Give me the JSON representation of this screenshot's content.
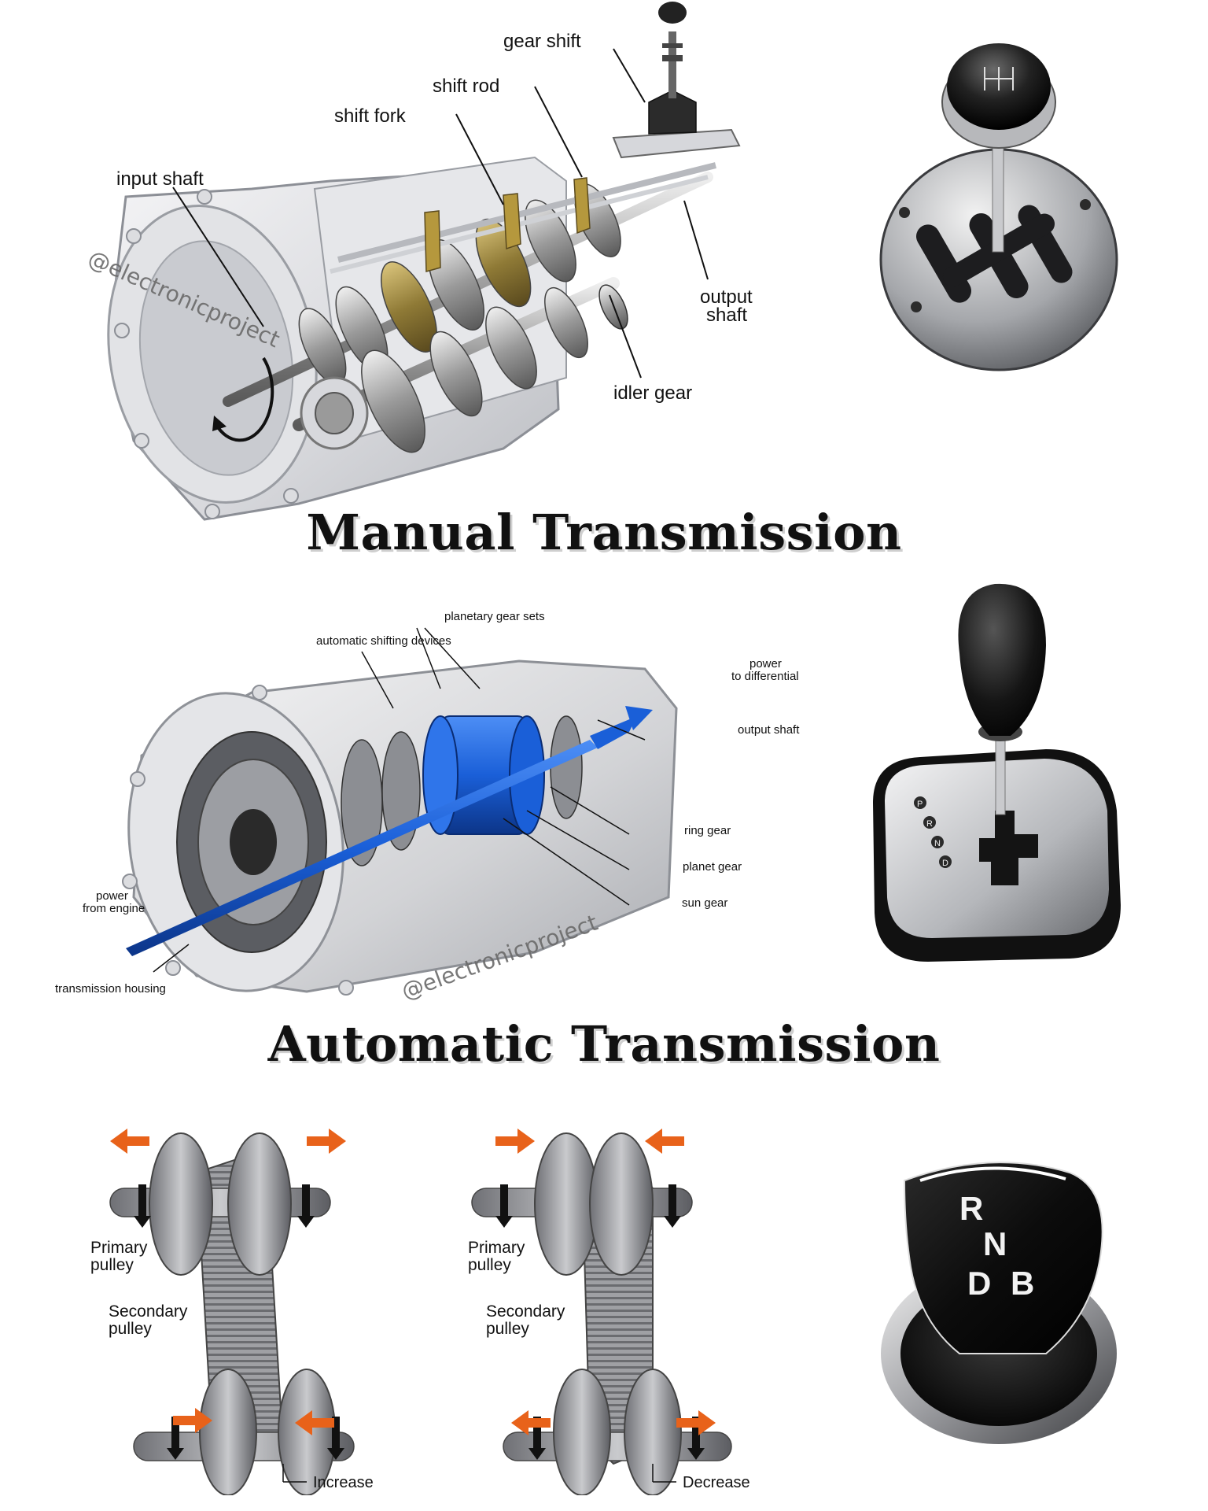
{
  "manual": {
    "title": "Manual Transmission",
    "labels": {
      "gear_shift": "gear shift",
      "shift_rod": "shift rod",
      "shift_fork": "shift fork",
      "input_shaft": "input shaft",
      "output_shaft_1": "output",
      "output_shaft_2": "shaft",
      "idler_gear": "idler gear"
    },
    "watermark": "@electronicproject"
  },
  "automatic": {
    "title": "Automatic Transmission",
    "labels": {
      "planetary_gear_sets": "planetary gear sets",
      "automatic_shifting_devices": "automatic shifting devices",
      "power_to_diff_1": "power",
      "power_to_diff_2": "to differential",
      "output_shaft": "output shaft",
      "ring_gear": "ring gear",
      "planet_gear": "planet gear",
      "sun_gear": "sun gear",
      "power_from_engine_1": "power",
      "power_from_engine_2": "from engine",
      "transmission_housing": "transmission housing"
    },
    "watermark": "@electronicproject",
    "selector_letters": [
      "P",
      "R",
      "N",
      "D"
    ]
  },
  "cvt": {
    "left": {
      "primary_1": "Primary",
      "primary_2": "pulley",
      "secondary_1": "Secondary",
      "secondary_2": "pulley",
      "ratio": "Increase"
    },
    "right": {
      "primary_1": "Primary",
      "primary_2": "pulley",
      "secondary_1": "Secondary",
      "secondary_2": "pulley",
      "ratio": "Decrease"
    },
    "knob_letters": [
      "R",
      "N",
      "D",
      "B"
    ]
  },
  "colors": {
    "arrow": "#e8621a",
    "blue": "#1a5fd8",
    "title": "#111111"
  }
}
